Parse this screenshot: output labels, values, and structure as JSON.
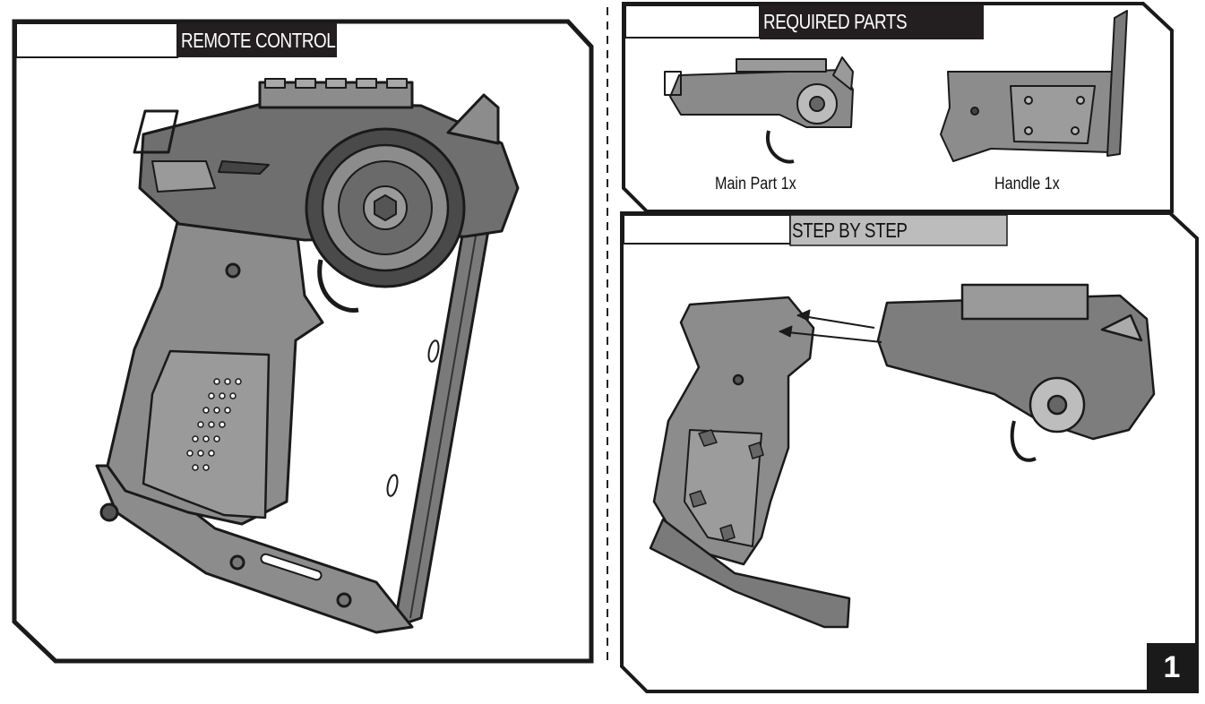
{
  "panels": {
    "remote_control": {
      "title": "REMOTE CONTROL"
    },
    "required_parts": {
      "title": "REQUIRED PARTS",
      "parts": [
        {
          "caption": "Main Part 1x"
        },
        {
          "caption": "Handle 1x"
        }
      ]
    },
    "step_by_step": {
      "title": "STEP BY STEP",
      "step_number": "1"
    }
  },
  "colors": {
    "frame": "#1a1a1a",
    "part_fill": "#8c8c8c",
    "part_dark": "#5e5e5e",
    "header_dark": "#231f20",
    "header_light": "#bcbcbc"
  }
}
